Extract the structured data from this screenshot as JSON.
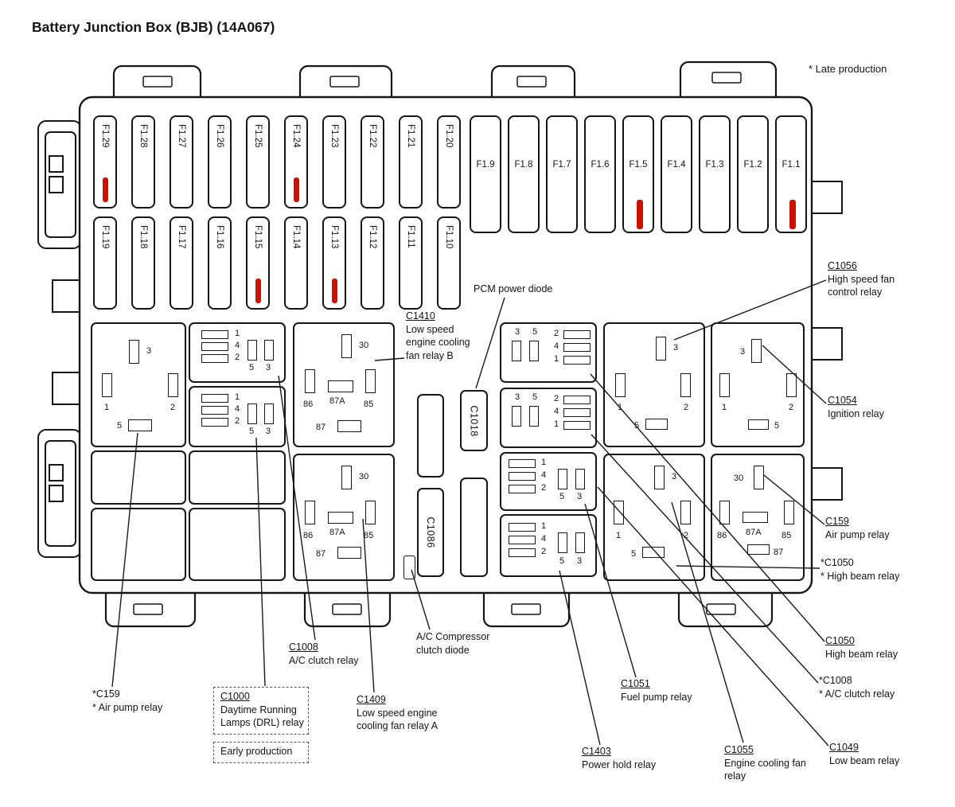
{
  "title": "Battery Junction Box (BJB) (14A067)",
  "production_note": "* Late production",
  "colors": {
    "fuse_mark": "#cc1100",
    "line": "#1a1a1a"
  },
  "fuses": {
    "row1_left": [
      {
        "label": "F1.29",
        "marked": true
      },
      {
        "label": "F1.28"
      },
      {
        "label": "F1.27"
      },
      {
        "label": "F1.26"
      },
      {
        "label": "F1.25"
      },
      {
        "label": "F1.24",
        "marked": true
      },
      {
        "label": "F1.23"
      },
      {
        "label": "F1.22"
      },
      {
        "label": "F1.21"
      },
      {
        "label": "F1.20"
      }
    ],
    "row2_left": [
      {
        "label": "F1.19"
      },
      {
        "label": "F1.18"
      },
      {
        "label": "F1.17"
      },
      {
        "label": "F1.16"
      },
      {
        "label": "F1.15",
        "marked": true
      },
      {
        "label": "F1.14"
      },
      {
        "label": "F1.13",
        "marked": true
      },
      {
        "label": "F1.12"
      },
      {
        "label": "F1.11"
      },
      {
        "label": "F1.10"
      }
    ],
    "row1_right": [
      {
        "label": "F1.9"
      },
      {
        "label": "F1.8"
      },
      {
        "label": "F1.7"
      },
      {
        "label": "F1.6"
      },
      {
        "label": "F1.5",
        "marked": true
      },
      {
        "label": "F1.4"
      },
      {
        "label": "F1.3"
      },
      {
        "label": "F1.2"
      },
      {
        "label": "F1.1",
        "marked": true
      }
    ]
  },
  "connectors": {
    "c1018": "C1018",
    "c1086": "C1086"
  },
  "relays": {
    "left_top": [
      "3",
      "1",
      "2",
      "5"
    ],
    "col2_top": {
      "rows": [
        "1",
        "4",
        "2"
      ],
      "pins": [
        "5",
        "3"
      ]
    },
    "col2_mid": {
      "rows": [
        "1",
        "4",
        "2"
      ],
      "pins": [
        "5",
        "3"
      ]
    },
    "col3_top": [
      "30",
      "86",
      "87A",
      "85",
      "87"
    ],
    "col3_bot": [
      "30",
      "86",
      "87A",
      "85",
      "87"
    ],
    "col4_box1": {
      "top": [
        "3",
        "5"
      ],
      "rows": [
        "2",
        "4",
        "1"
      ]
    },
    "col4_box2": {
      "top": [
        "3",
        "5"
      ],
      "rows": [
        "2",
        "4",
        "1"
      ]
    },
    "col4_box3": {
      "rows": [
        "1",
        "4",
        "2"
      ],
      "pins": [
        "5",
        "3"
      ]
    },
    "col4_box4": {
      "rows": [
        "1",
        "4",
        "2"
      ],
      "pins": [
        "5",
        "3"
      ]
    },
    "col5_top": [
      "3",
      "1",
      "2",
      "5"
    ],
    "col5_bot": [
      "3",
      "1",
      "2",
      "5"
    ],
    "col6_top": [
      "3",
      "1",
      "2",
      "5"
    ],
    "col6_bot": [
      "30",
      "86",
      "87A",
      "85",
      "87"
    ]
  },
  "callouts": {
    "c1410": {
      "id": "C1410",
      "lines": [
        "Low speed",
        "engine cooling",
        "fan relay B"
      ]
    },
    "pcm_diode": {
      "lines": [
        "PCM power diode"
      ]
    },
    "c1056": {
      "id": "C1056",
      "lines": [
        "High speed fan",
        "control relay"
      ]
    },
    "c1054": {
      "id": "C1054",
      "lines": [
        "Ignition relay"
      ]
    },
    "c159_right": {
      "id": "C159",
      "lines": [
        "Air pump relay"
      ]
    },
    "c1050_star": {
      "id": "*C1050",
      "lines": [
        "* High beam relay"
      ]
    },
    "c1050": {
      "id": "C1050",
      "lines": [
        "High beam relay"
      ]
    },
    "c1008_star": {
      "id": "*C1008",
      "lines": [
        "* A/C clutch relay"
      ]
    },
    "c1049": {
      "id": "C1049",
      "lines": [
        "Low beam relay"
      ]
    },
    "c1055": {
      "id": "C1055",
      "lines": [
        "Engine cooling fan",
        "relay"
      ]
    },
    "c1403": {
      "id": "C1403",
      "lines": [
        "Power hold relay"
      ]
    },
    "c1051": {
      "id": "C1051",
      "lines": [
        "Fuel pump relay"
      ]
    },
    "ac_diode": {
      "lines": [
        "A/C Compressor",
        "clutch diode"
      ]
    },
    "c1008": {
      "id": "C1008",
      "lines": [
        "A/C clutch relay"
      ]
    },
    "c1409": {
      "id": "C1409",
      "lines": [
        "Low speed engine",
        "cooling fan relay A"
      ]
    },
    "c1000": {
      "id": "C1000",
      "lines": [
        "Daytime Running",
        "Lamps (DRL) relay"
      ],
      "note": "Early production"
    },
    "c159_star": {
      "id": "*C159",
      "lines": [
        "* Air pump relay"
      ]
    }
  }
}
